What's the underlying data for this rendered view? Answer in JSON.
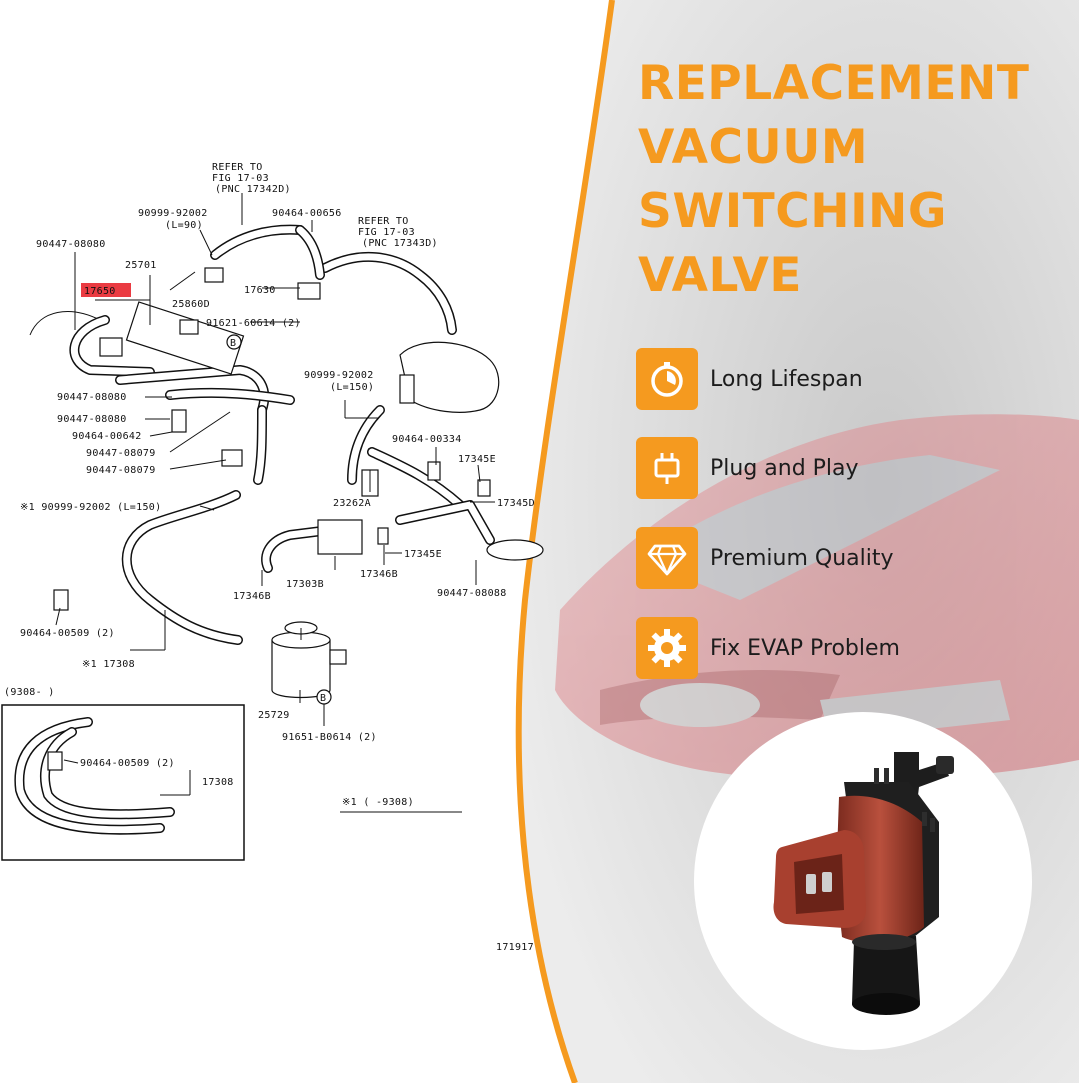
{
  "diagram": {
    "labels": {
      "refer1": [
        "REFER TO",
        "FIG 17-03",
        "(PNC 17342D)"
      ],
      "refer2": [
        "REFER TO",
        "FIG 17-03",
        "(PNC 17343D)"
      ],
      "p90999_top": [
        "90999-92002",
        "(L=90)"
      ],
      "p90464_656": "90464-00656",
      "p90447_080a": "90447-08080",
      "p25701": "25701",
      "p17650": "17650",
      "p25860": "25860D",
      "p17630": "17630",
      "p91621": "91621-60614 (2)",
      "p90999_mid": [
        "90999-92002",
        "(L=150)"
      ],
      "p90447_080b": "90447-08080",
      "p90447_080c": "90447-08080",
      "p90464_642": "90464-00642",
      "p90447_079a": "90447-08079",
      "p90447_079b": "90447-08079",
      "p90464_334": "90464-00334",
      "p17345e_a": "17345E",
      "p23262": "23262A",
      "p17345d": "17345D",
      "p90999_long": "※1 90999-92002 (L=150)",
      "p17345e_b": "17345E",
      "p17346b_a": "17346B",
      "p17303": "17303B",
      "p17346b_b": "17346B",
      "p90447_088": "90447-08088",
      "p90464_509a": "90464-00509 (2)",
      "p17308a": "※1 17308",
      "p25729": "25729",
      "p91651": "91651-B0614 (2)",
      "b_mark": "B",
      "inset_range": "(9308-        )",
      "p90464_509b": "90464-00509 (2)",
      "p17308b": "17308",
      "note": "※1 (      -9308)",
      "fig_no": "171917"
    }
  },
  "panel": {
    "title_lines": [
      "REPLACEMENT",
      "VACUUM",
      "SWITCHING",
      "VALVE"
    ],
    "features": [
      {
        "label": "Long Lifespan",
        "icon": "timer-icon"
      },
      {
        "label": "Plug and Play",
        "icon": "plug-icon"
      },
      {
        "label": "Premium Quality",
        "icon": "diamond-icon"
      },
      {
        "label": "Fix EVAP Problem",
        "icon": "gear-icon"
      }
    ]
  },
  "colors": {
    "accent": "#f59a1f",
    "highlight": "#e8262d",
    "text": "#1c1c1c",
    "valve_body": "#a8402f"
  }
}
